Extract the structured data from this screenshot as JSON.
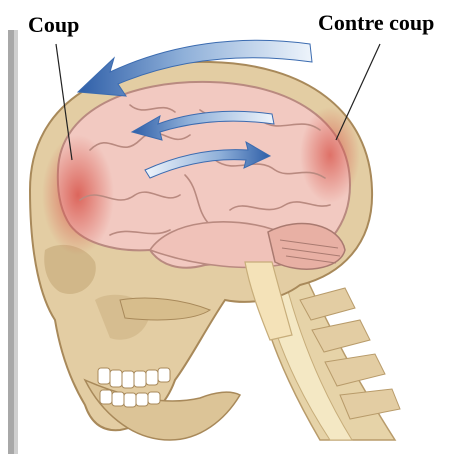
{
  "labels": {
    "coup": "Coup",
    "contre_coup": "Contre coup"
  },
  "colors": {
    "bone": "#e3cda3",
    "bone_shadow": "#c9ae7d",
    "brain": "#f2c9c1",
    "brain_outline": "#b98a80",
    "impact": "#d8544a",
    "arrow_blue": "#2f5fa8",
    "arrow_light": "#d6e6f5",
    "spine": "#f1e2b8",
    "wall": "#a8a8a8"
  },
  "icons": {
    "motion_arrows": "curved-arrow-icon",
    "impact_zone": "impact-glow"
  }
}
